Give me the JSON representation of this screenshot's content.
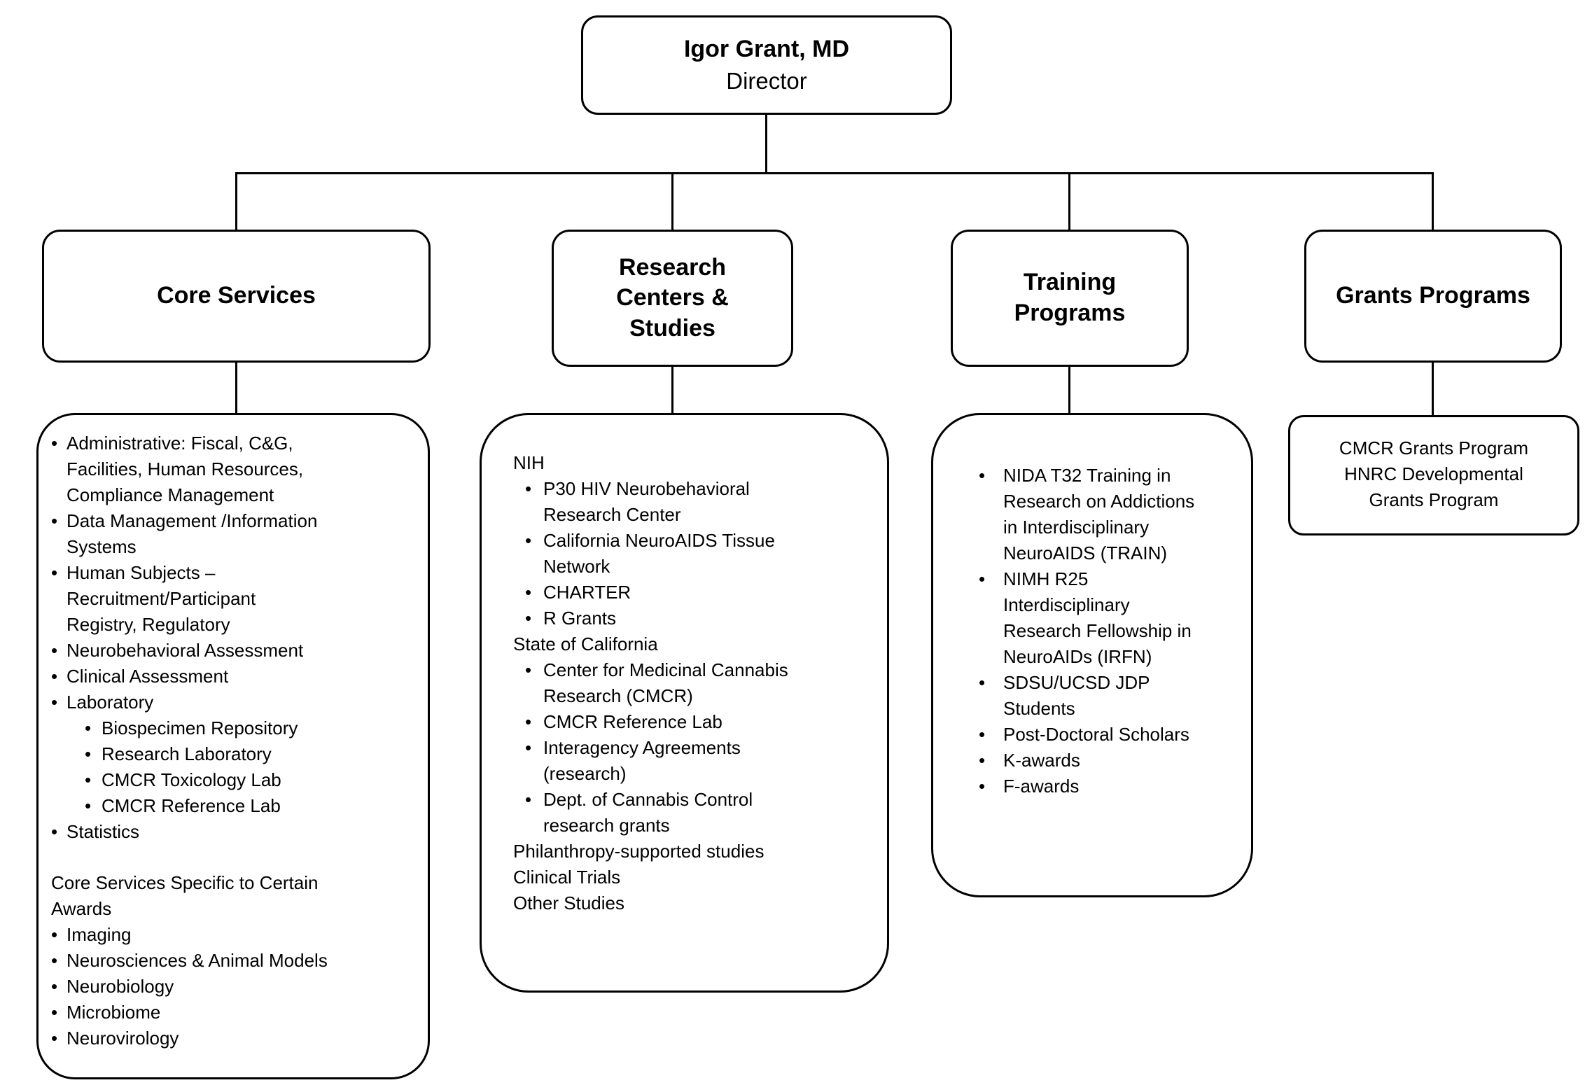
{
  "director": {
    "name": "Igor Grant, MD",
    "title": "Director"
  },
  "branches": {
    "core": {
      "title": "Core Services",
      "items": [
        {
          "style": "bullet",
          "text": "Administrative: Fiscal, C&G, Facilities, Human Resources, Compliance Management"
        },
        {
          "style": "bullet",
          "text": "Data Management /Information Systems"
        },
        {
          "style": "bullet",
          "text": "Human Subjects – Recruitment/Participant Registry, Regulatory"
        },
        {
          "style": "bullet",
          "text": "Neurobehavioral Assessment"
        },
        {
          "style": "bullet",
          "text": "Clinical Assessment"
        },
        {
          "style": "bullet",
          "text": "Laboratory"
        },
        {
          "style": "sub",
          "text": "Biospecimen Repository"
        },
        {
          "style": "sub",
          "text": "Research Laboratory"
        },
        {
          "style": "sub",
          "text": "CMCR Toxicology Lab"
        },
        {
          "style": "sub",
          "text": "CMCR Reference Lab"
        },
        {
          "style": "bullet",
          "text": "Statistics"
        },
        {
          "style": "gap",
          "text": ""
        },
        {
          "style": "plain",
          "text": "Core Services Specific to Certain Awards"
        },
        {
          "style": "bullet",
          "text": "Imaging"
        },
        {
          "style": "bullet",
          "text": "Neurosciences & Animal Models"
        },
        {
          "style": "bullet",
          "text": "Neurobiology"
        },
        {
          "style": "bullet",
          "text": "Microbiome"
        },
        {
          "style": "bullet",
          "text": "Neurovirology"
        }
      ]
    },
    "research": {
      "title": "Research Centers & Studies",
      "items": [
        {
          "style": "plain",
          "text": "NIH"
        },
        {
          "style": "bullet",
          "text": "P30 HIV Neurobehavioral Research Center"
        },
        {
          "style": "bullet",
          "text": "California NeuroAIDS Tissue Network"
        },
        {
          "style": "bullet",
          "text": "CHARTER"
        },
        {
          "style": "bullet",
          "text": "R Grants"
        },
        {
          "style": "plain",
          "text": "State of California"
        },
        {
          "style": "bullet",
          "text": "Center for Medicinal Cannabis Research (CMCR)"
        },
        {
          "style": "bullet",
          "text": "CMCR Reference Lab"
        },
        {
          "style": "bullet",
          "text": "Interagency Agreements (research)"
        },
        {
          "style": "bullet",
          "text": "Dept. of Cannabis Control research grants"
        },
        {
          "style": "plain",
          "text": "Philanthropy-supported studies"
        },
        {
          "style": "plain",
          "text": "Clinical Trials"
        },
        {
          "style": "plain",
          "text": "Other Studies"
        }
      ]
    },
    "training": {
      "title": "Training Programs",
      "items": [
        {
          "style": "bullet",
          "text": "NIDA T32 Training in Research on Addictions in Interdisciplinary NeuroAIDS (TRAIN)"
        },
        {
          "style": "bullet",
          "text": "NIMH R25 Interdisciplinary Research Fellowship in NeuroAIDs (IRFN)"
        },
        {
          "style": "bullet",
          "text": "SDSU/UCSD JDP Students"
        },
        {
          "style": "bullet",
          "text": "Post-Doctoral Scholars"
        },
        {
          "style": "bullet",
          "text": "K-awards"
        },
        {
          "style": "bullet",
          "text": "F-awards"
        }
      ]
    },
    "grants": {
      "title": "Grants Programs",
      "items": [
        {
          "style": "center",
          "text": "CMCR Grants Program"
        },
        {
          "style": "center",
          "text": "HNRC Developmental Grants Program"
        }
      ]
    }
  }
}
